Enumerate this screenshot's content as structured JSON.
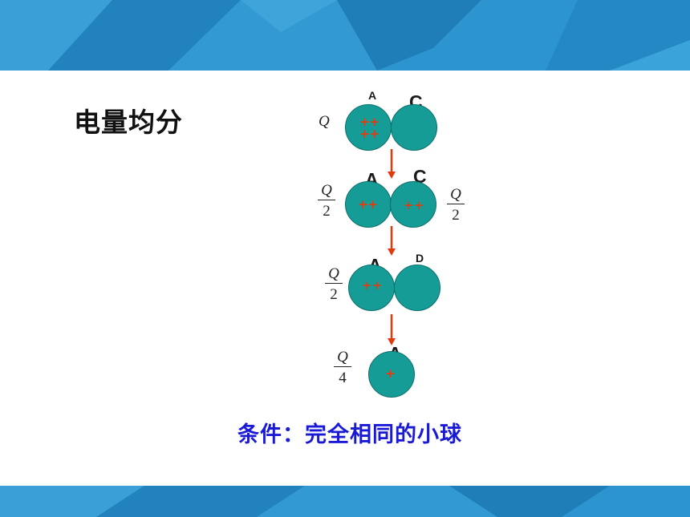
{
  "title": "电量均分",
  "condition": "条件：完全相同的小球",
  "colors": {
    "band": "#2a8fcb",
    "ball": "#169c96",
    "plus": "#e23b10",
    "arrow": "#e23b10",
    "condition_text": "#1a1ad6"
  },
  "steps": [
    {
      "left_charge": "Q",
      "balls": [
        {
          "label": "A",
          "charges": "++\n++"
        },
        {
          "label": "C",
          "charges": ""
        }
      ]
    },
    {
      "left_charge": {
        "num": "Q",
        "den": "2"
      },
      "right_charge": {
        "num": "Q",
        "den": "2"
      },
      "balls": [
        {
          "label": "A",
          "charges": "++"
        },
        {
          "label": "C",
          "charges": "++"
        }
      ]
    },
    {
      "left_charge": {
        "num": "Q",
        "den": "2"
      },
      "balls": [
        {
          "label": "A",
          "charges": "++"
        },
        {
          "label": "D",
          "charges": ""
        }
      ]
    },
    {
      "left_charge": {
        "num": "Q",
        "den": "4"
      },
      "balls": [
        {
          "label": "A",
          "charges": "+"
        }
      ]
    }
  ]
}
